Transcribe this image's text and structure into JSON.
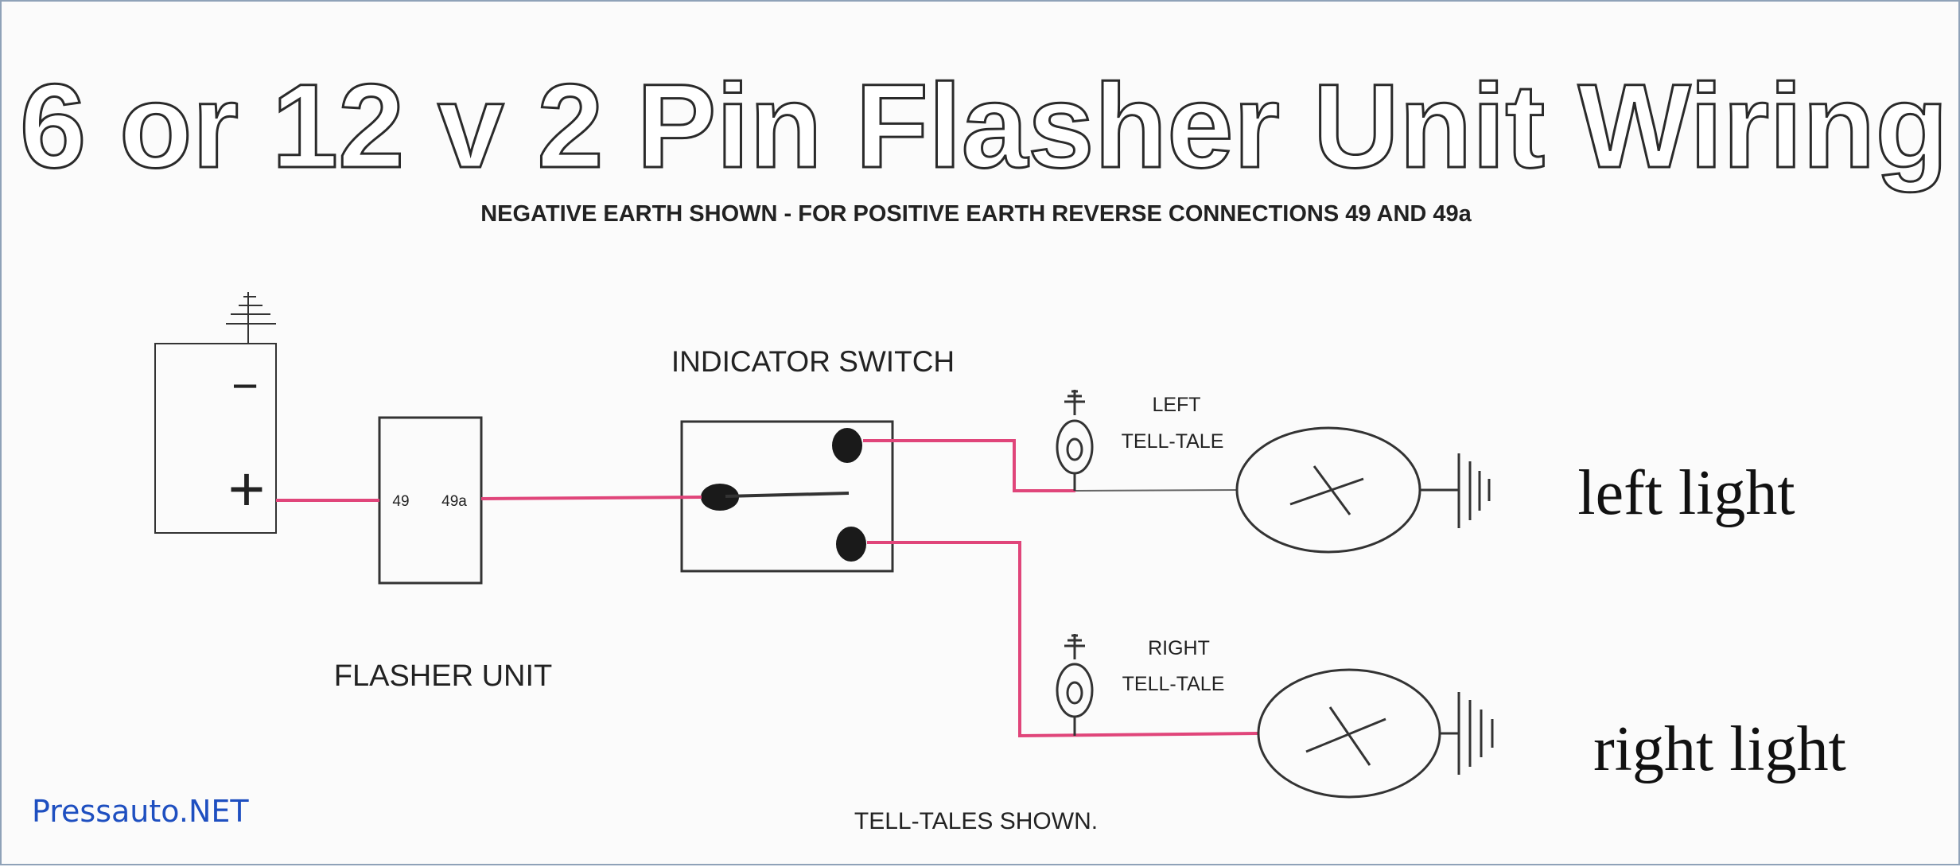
{
  "title": "6 or 12 v 2 Pin Flasher Unit Wiring",
  "subtitle": "NEGATIVE EARTH SHOWN - FOR POSITIVE EARTH REVERSE CONNECTIONS 49 AND 49a",
  "battery": {
    "minus": "−",
    "plus": "+"
  },
  "flasher": {
    "label": "FLASHER UNIT",
    "terminal_in": "49",
    "terminal_out": "49a"
  },
  "switch": {
    "label": "INDICATOR SWITCH"
  },
  "left_telltale": {
    "line1": "LEFT",
    "line2": "TELL-TALE"
  },
  "right_telltale": {
    "line1": "RIGHT",
    "line2": "TELL-TALE"
  },
  "left_light": "left light",
  "right_light": "right light",
  "footer": "TELL-TALES SHOWN.",
  "watermark": "Pressauto.NET",
  "colors": {
    "wire": "#e0457a",
    "line": "#333333",
    "watermark": "#1e4fc0"
  }
}
